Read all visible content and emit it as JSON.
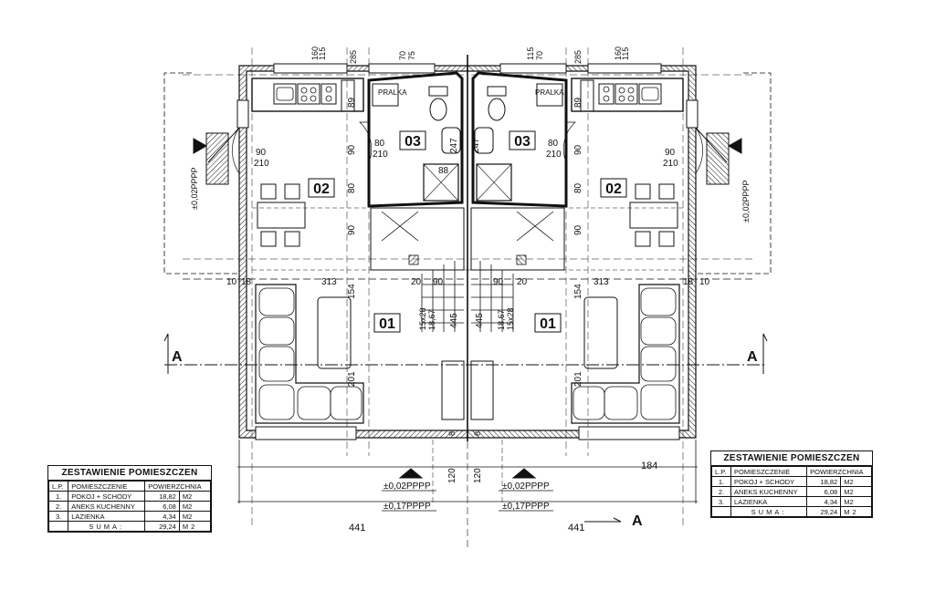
{
  "rooms": {
    "left": [
      {
        "id": "room-01-left",
        "label": "01"
      },
      {
        "id": "room-02-left",
        "label": "02"
      },
      {
        "id": "room-03-left",
        "label": "03"
      }
    ],
    "right": [
      {
        "id": "room-01-right",
        "label": "01"
      },
      {
        "id": "room-02-right",
        "label": "02"
      },
      {
        "id": "room-03-right",
        "label": "03"
      }
    ]
  },
  "labels": {
    "pralka": "PRALKA",
    "section": "A",
    "level_a": "0,02PPPP",
    "level_b": "0,17PPPP"
  },
  "dimensions": {
    "d160": "160",
    "d115": "115",
    "d285": "285",
    "d70": "70",
    "d75": "75",
    "d89": "89",
    "d90": "90",
    "d210": "210",
    "d80": "80",
    "d247": "247",
    "d88": "88",
    "d313": "313",
    "d10": "10",
    "d18": "18",
    "d20": "20",
    "d154": "154",
    "d445": "445",
    "d201": "201",
    "d15x28": "15x28",
    "d1867": "18,67",
    "d120": "120",
    "d184": "184",
    "d441": "441",
    "d8": "8"
  },
  "tables": [
    {
      "id": "left",
      "title": "ZESTAWIENIE POMIESZCZEN",
      "headers": [
        "L.P.",
        "POMIESZCZENIE",
        "POWIERZCHNIA"
      ],
      "rows": [
        {
          "lp": "1.",
          "name": "POKOJ + SCHODY",
          "area": "18,82",
          "unit": "M2"
        },
        {
          "lp": "2.",
          "name": "ANEKS KUCHENNY",
          "area": "6,08",
          "unit": "M2"
        },
        {
          "lp": "3.",
          "name": "LAZIENKA",
          "area": "4,34",
          "unit": "M2"
        }
      ],
      "sum_label": "SUMA:",
      "sum_area": "29,24",
      "sum_unit": "M2"
    },
    {
      "id": "right",
      "title": "ZESTAWIENIE POMIESZCZEN",
      "headers": [
        "L.P.",
        "POMIESZCZENIE",
        "POWIERZCHNIA"
      ],
      "rows": [
        {
          "lp": "1.",
          "name": "POKOJ + SCHODY",
          "area": "18,82",
          "unit": "M2"
        },
        {
          "lp": "2.",
          "name": "ANEKS KUCHENNY",
          "area": "6,08",
          "unit": "M2"
        },
        {
          "lp": "3.",
          "name": "LAZIENKA",
          "area": "4,34",
          "unit": "M2"
        }
      ],
      "sum_label": "SUMA:",
      "sum_area": "29,24",
      "sum_unit": "M2"
    }
  ]
}
